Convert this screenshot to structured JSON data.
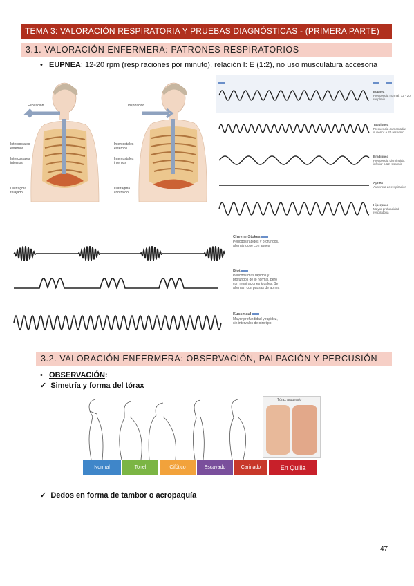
{
  "header": {
    "title": "TEMA 3: VALORACIÓN RESPIRATORIA Y PRUEBAS DIAGNÓSTICAS - (PRIMERA PARTE)"
  },
  "section1": {
    "title": "3.1. VALORACIÓN ENFERMERA: PATRONES RESPIRATORIOS",
    "bullet_term": "EUPNEA",
    "bullet_text": ": 12-20 rpm (respiraciones por minuto), relación I: E (1:2), no uso musculatura accesoria"
  },
  "figure_left": {
    "expiracion": "Espiración",
    "ic_ext": "Intercostales\nexternos",
    "ic_int": "Intercostales\ninternos",
    "diafragma": "Diafragma\nrelajado"
  },
  "figure_right": {
    "inspiracion": "Inspiración",
    "ic_ext": "Intercostales\nexternos",
    "ic_int": "Intercostales\ninternos",
    "diafragma": "Diafragma\ncontraído"
  },
  "patterns_top": [
    {
      "name": "Eupnea",
      "desc": "Frecuencia normal: 12 - 20\nresp/min"
    },
    {
      "name": "Taquipnea",
      "desc": "Frecuencia aumentada:\nsuperior a 20 resp/min"
    },
    {
      "name": "Bradipnea",
      "desc": "Frecuencia disminuida:\ninferior a 12 resp/min"
    },
    {
      "name": "Apnea",
      "desc": "Ausencia de respiración"
    },
    {
      "name": "Hiperpnea",
      "desc": "Mayor profundidad\nrespiratoria"
    }
  ],
  "patterns_bottom": [
    {
      "name": "Cheyne-Stokes",
      "desc": "Periodos rápidos y profundos,\nalternándose con apnea"
    },
    {
      "name": "Biot",
      "desc": "Periodos más rápidos y\nprofundos de lo normal, pero\ncon respiraciones iguales. Se\nalternan con pausas de apnea"
    },
    {
      "name": "Kussmaul",
      "desc": "Mayor profundidad y rapidez,\nsin intervalos de otro tipo"
    }
  ],
  "section2": {
    "title": "3.2. VALORACIÓN ENFERMERA: OBSERVACIÓN, PALPACIÓN Y PERCUSIÓN",
    "bullet_term": "OBSERVACIÓN",
    "bullet_colon": ":",
    "check1": "Simetría y forma del tórax",
    "check2": "Dedos en forma de tambor o acropaquía",
    "photo_label": "Tórax arqueado"
  },
  "thorax_types": [
    {
      "label": "Normal",
      "color": "#3f86c9"
    },
    {
      "label": "Tonel",
      "color": "#7bb544"
    },
    {
      "label": "Cifótico",
      "color": "#f2a23b"
    },
    {
      "label": "Escavado",
      "color": "#7a4f9c"
    },
    {
      "label": "Carinado",
      "color": "#c8382a"
    },
    {
      "label": "En Quilla",
      "color": "#c8202a"
    }
  ],
  "page_number": "47"
}
